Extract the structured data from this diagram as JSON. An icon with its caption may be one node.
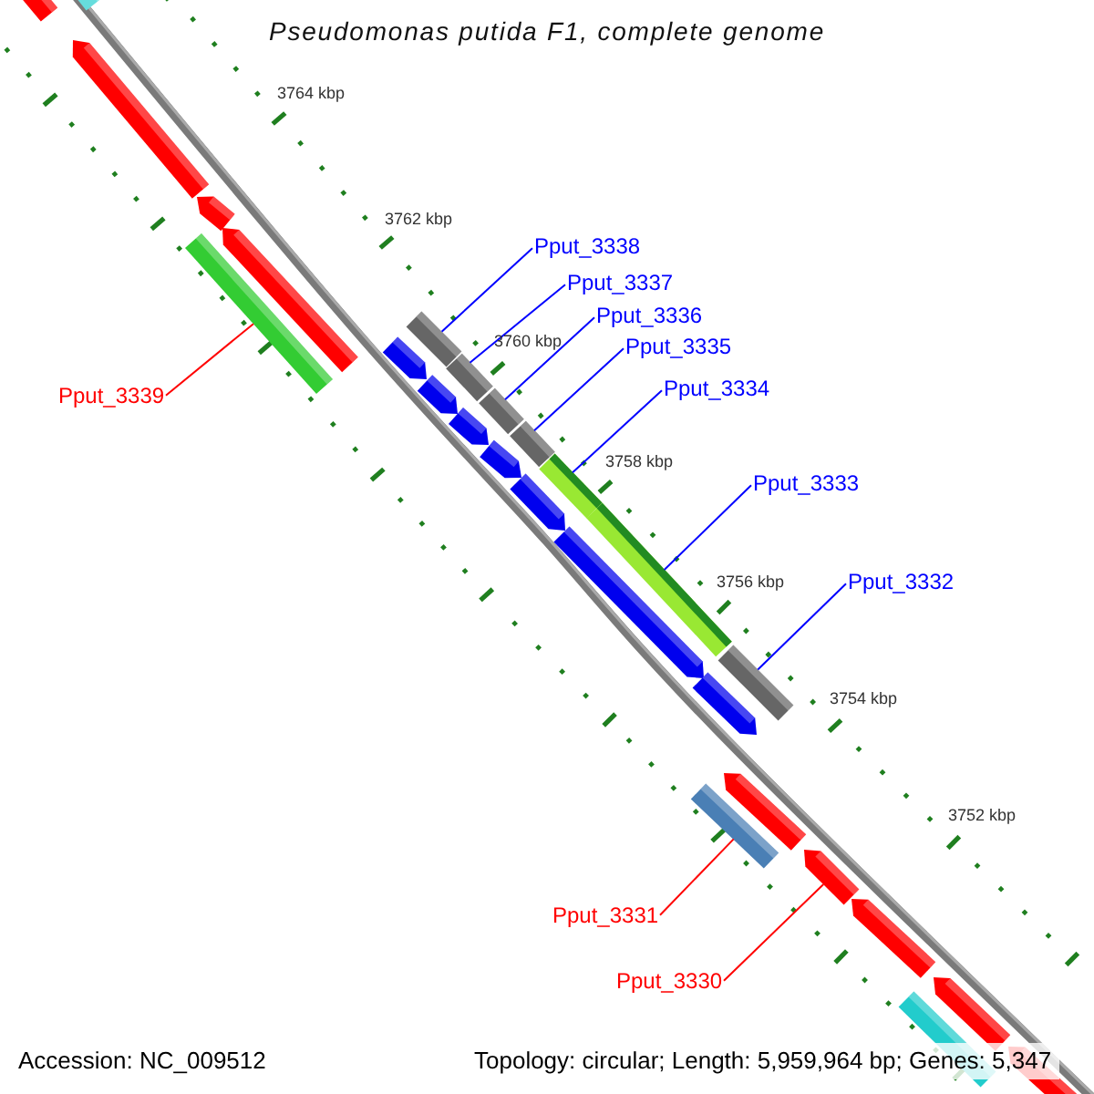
{
  "diagram": {
    "title": "Pseudomonas putida F1, complete genome",
    "nodes": [
      {
        "text": [
          "Pput_3338"
        ]
      },
      {
        "text": [
          "Pput_3337"
        ]
      },
      {
        "text": [
          "Pput_3336"
        ]
      },
      {
        "text": [
          "Pput_3335"
        ]
      },
      {
        "text": [
          "Pput_3334"
        ]
      },
      {
        "text": [
          "Pput_3339"
        ]
      },
      {
        "text": [
          "Pput_3333"
        ]
      },
      {
        "text": [
          "Pput_3332"
        ]
      },
      {
        "text": [
          "Pput_3331"
        ]
      },
      {
        "text": [
          "Pput_3330"
        ]
      },
      {
        "text": [],
        "shape": "bar"
      },
      {
        "text": [],
        "shape": "bar"
      },
      {
        "text": [],
        "shape": "bar"
      },
      {
        "text": [],
        "shape": "bar"
      },
      {
        "text": [],
        "shape": "bar"
      },
      {
        "text": [],
        "shape": "bar"
      },
      {
        "text": [],
        "shape": "bar"
      },
      {
        "text": [],
        "shape": "bar"
      },
      {
        "text": [],
        "shape": "bar"
      },
      {
        "text": [],
        "shape": "arrow"
      }
    ],
    "edges": [
      {
        "from": 0,
        "to": 11,
        "arrow": "none"
      },
      {
        "from": 1,
        "to": 12,
        "arrow": "none"
      },
      {
        "from": 2,
        "to": 13,
        "arrow": "none"
      },
      {
        "from": 3,
        "to": 14,
        "arrow": "none"
      },
      {
        "from": 4,
        "to": 15,
        "arrow": "none"
      },
      {
        "from": 5,
        "to": 10,
        "arrow": "none",
        "color": "#ff0000"
      },
      {
        "from": 6,
        "to": 16,
        "arrow": "none"
      },
      {
        "from": 7,
        "to": 17,
        "arrow": "none"
      },
      {
        "from": 8,
        "to": 18,
        "arrow": "none",
        "color": "#ff0000"
      },
      {
        "from": 9,
        "to": 19,
        "arrow": "none",
        "color": "#ff0000"
      }
    ],
    "labels": [
      "3764 kbp",
      "3762 kbp",
      "3760 kbp",
      "3758 kbp",
      "3756 kbp",
      "3754 kbp",
      "3752 kbp",
      "Accession: NC_009512",
      "Topology: circular; Length: 5,959,964 bp; Genes: 5,347"
    ]
  }
}
